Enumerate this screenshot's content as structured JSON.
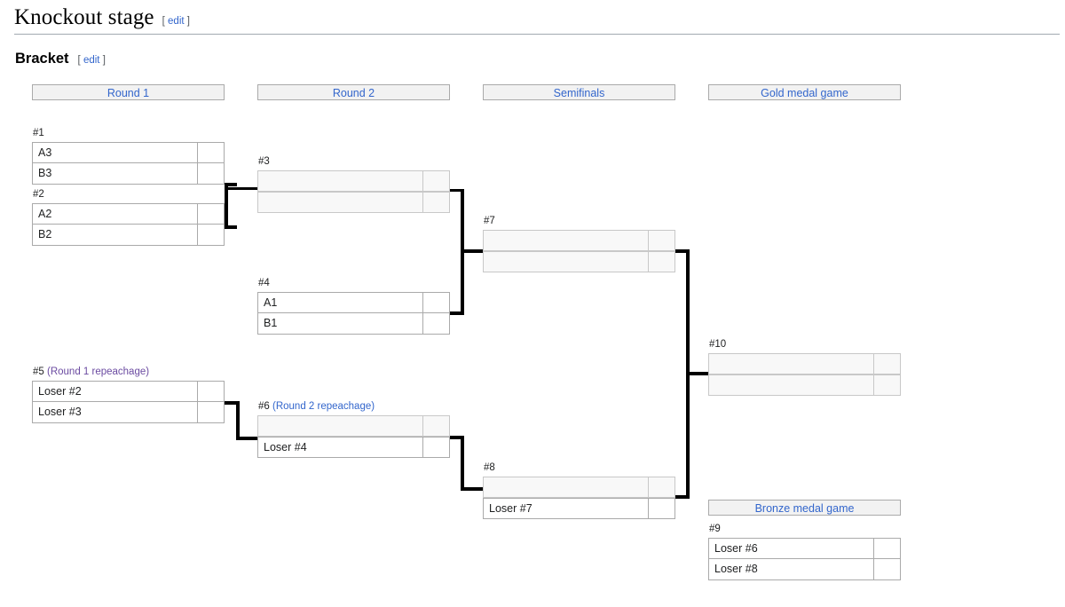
{
  "page": {
    "heading": "Knockout stage",
    "subheading": "Bracket",
    "edit": {
      "open": "[",
      "label": "edit",
      "close": "]"
    }
  },
  "columns": [
    {
      "name": "round-1",
      "label": "Round 1"
    },
    {
      "name": "round-2",
      "label": "Round 2"
    },
    {
      "name": "semifinals",
      "label": "Semifinals"
    },
    {
      "name": "gold-medal-game",
      "label": "Gold medal game"
    }
  ],
  "bronze_header": {
    "name": "bronze-medal-game",
    "label": "Bronze medal game"
  },
  "matches": [
    {
      "id": "m1",
      "number": "#1",
      "note": "",
      "note_style": "none",
      "rows": [
        {
          "team": "A3",
          "score": "",
          "state": "filled"
        },
        {
          "team": "B3",
          "score": "",
          "state": "filled"
        }
      ]
    },
    {
      "id": "m2",
      "number": "#2",
      "note": "",
      "note_style": "none",
      "rows": [
        {
          "team": "A2",
          "score": "",
          "state": "filled"
        },
        {
          "team": "B2",
          "score": "",
          "state": "filled"
        }
      ]
    },
    {
      "id": "m3",
      "number": "#3",
      "note": "",
      "note_style": "none",
      "rows": [
        {
          "team": "",
          "score": "",
          "state": "empty"
        },
        {
          "team": "",
          "score": "",
          "state": "empty"
        }
      ]
    },
    {
      "id": "m4",
      "number": "#4",
      "note": "",
      "note_style": "none",
      "rows": [
        {
          "team": "A1",
          "score": "",
          "state": "filled"
        },
        {
          "team": "B1",
          "score": "",
          "state": "filled"
        }
      ]
    },
    {
      "id": "m5",
      "number": "#5",
      "note": "(Round 1 repeachage)",
      "note_style": "visited",
      "rows": [
        {
          "team": "Loser #2",
          "score": "",
          "state": "filled"
        },
        {
          "team": "Loser #3",
          "score": "",
          "state": "filled"
        }
      ]
    },
    {
      "id": "m6",
      "number": "#6",
      "note": "(Round 2 repeachage)",
      "note_style": "new",
      "rows": [
        {
          "team": "",
          "score": "",
          "state": "empty"
        },
        {
          "team": "Loser #4",
          "score": "",
          "state": "filled"
        }
      ]
    },
    {
      "id": "m7",
      "number": "#7",
      "note": "",
      "note_style": "none",
      "rows": [
        {
          "team": "",
          "score": "",
          "state": "empty"
        },
        {
          "team": "",
          "score": "",
          "state": "empty"
        }
      ]
    },
    {
      "id": "m8",
      "number": "#8",
      "note": "",
      "note_style": "none",
      "rows": [
        {
          "team": "",
          "score": "",
          "state": "empty"
        },
        {
          "team": "Loser #7",
          "score": "",
          "state": "filled"
        }
      ]
    },
    {
      "id": "m9",
      "number": "#9",
      "note": "",
      "note_style": "none",
      "rows": [
        {
          "team": "Loser #6",
          "score": "",
          "state": "filled"
        },
        {
          "team": "Loser #8",
          "score": "",
          "state": "filled"
        }
      ]
    },
    {
      "id": "m10",
      "number": "#10",
      "note": "",
      "note_style": "none",
      "rows": [
        {
          "team": "",
          "score": "",
          "state": "empty"
        },
        {
          "team": "",
          "score": "",
          "state": "empty"
        }
      ]
    }
  ],
  "colors": {
    "link": "#3366cc",
    "link_visited": "#6b4ba1",
    "header_bg": "#f2f2f2",
    "header_border": "#aaaaaa",
    "empty_row_bg": "#f8f8f8",
    "empty_row_border": "#c8c8c8",
    "filled_row_bg": "#ffffff",
    "filled_row_border": "#aaaaaa",
    "connector": "#000000",
    "rule": "#a2a9b1"
  }
}
